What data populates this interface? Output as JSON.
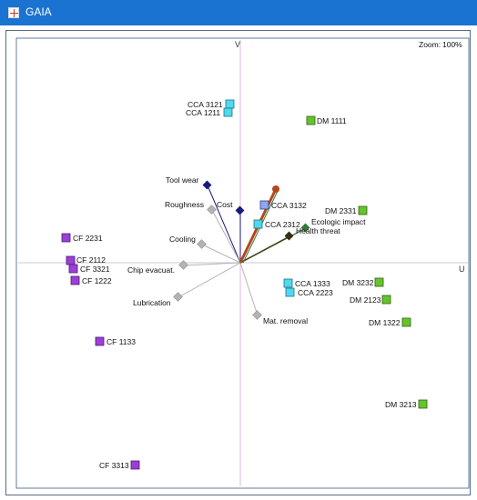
{
  "window": {
    "title": "GAIA",
    "icon": "plus-icon"
  },
  "plot": {
    "zoom_label": "Zoom:",
    "zoom_value": "100%",
    "axis_u": "U",
    "axis_v": "V"
  },
  "criteria": [
    {
      "label": "Tool wear",
      "color": "#1a1a7a"
    },
    {
      "label": "Cost",
      "color": "#1a1a7a"
    },
    {
      "label": "Roughness",
      "color": "#b3b3b3"
    },
    {
      "label": "Cooling",
      "color": "#b3b3b3"
    },
    {
      "label": "Chip evacuat.",
      "color": "#b3b3b3"
    },
    {
      "label": "Lubrication",
      "color": "#b3b3b3"
    },
    {
      "label": "Mat. removal",
      "color": "#b3b3b3"
    },
    {
      "label": "Ecologic impact",
      "color": "#2e7d32"
    },
    {
      "label": "Health threat",
      "color": "#4a3b18"
    }
  ],
  "alternatives": [
    {
      "label": "CCA 3121",
      "group": "CCA"
    },
    {
      "label": "CCA 1211",
      "group": "CCA"
    },
    {
      "label": "CCA 3132",
      "group": "CCA"
    },
    {
      "label": "CCA 2312",
      "group": "CCA"
    },
    {
      "label": "CCA 1333",
      "group": "CCA"
    },
    {
      "label": "CCA 2223",
      "group": "CCA"
    },
    {
      "label": "DM 1111",
      "group": "DM"
    },
    {
      "label": "DM 2331",
      "group": "DM"
    },
    {
      "label": "DM 3232",
      "group": "DM"
    },
    {
      "label": "DM 2123",
      "group": "DM"
    },
    {
      "label": "DM 1322",
      "group": "DM"
    },
    {
      "label": "DM 3213",
      "group": "DM"
    },
    {
      "label": "CF 2231",
      "group": "CF"
    },
    {
      "label": "CF 2112",
      "group": "CF"
    },
    {
      "label": "CF 3321",
      "group": "CF"
    },
    {
      "label": "CF 1222",
      "group": "CF"
    },
    {
      "label": "CF 1133",
      "group": "CF"
    },
    {
      "label": "CF 3313",
      "group": "CF"
    }
  ],
  "group_colors": {
    "CCA": "#4dd9f0",
    "DM": "#66c42b",
    "CF": "#9b3fd6"
  },
  "decision_stick_color": "#b5471c"
}
